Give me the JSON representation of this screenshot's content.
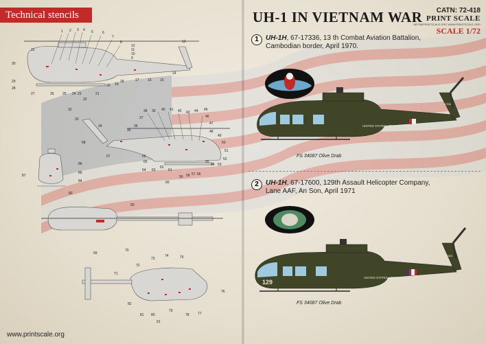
{
  "left_page": {
    "banner": "Technical stencils",
    "footer_url": "www.printscale.org"
  },
  "right_page": {
    "title": "UH-1 IN VIETNAM WAR",
    "catalog": "CATN: 72-418",
    "brand": "PRINT SCALE",
    "brand_url": "INFO@PRINTSCALE.ORG WWW.PRINTSCALE.ORG",
    "scale": "SCALE 1/72",
    "versions": [
      {
        "number": "1",
        "model": "UH-1H",
        "description": ", 67-17336, 13 th Combat Aviation Battalion, Cambodian border, April 1970.",
        "paint": "FS 34087 Olive Drab",
        "tail_code": "17336",
        "boom_text": "UNITED STATES ARMY"
      },
      {
        "number": "2",
        "model": "UH-1H",
        "description": ", 67-17600, 129th Assault Helicopter Company, Lane AAF, An Son, April 1971",
        "paint": "FS 34087 Olive Drab",
        "tail_code": "17600",
        "nose_code": "129",
        "boom_text": "UNITED STATES ARMY"
      }
    ]
  },
  "stencil_numbers": {
    "profile_top": [
      "1",
      "2",
      "3",
      "4",
      "5",
      "6",
      "7",
      "8",
      "9",
      "10",
      "11",
      "12",
      "13",
      "14",
      "15",
      "16",
      "17",
      "18",
      "19",
      "20",
      "21",
      "22",
      "23",
      "24",
      "25",
      "26",
      "27",
      "28",
      "29",
      "30",
      "31"
    ],
    "profile_bottom": [
      "32",
      "33",
      "34",
      "35",
      "36",
      "37",
      "38",
      "39",
      "40",
      "41",
      "42",
      "43",
      "44",
      "45",
      "46",
      "47",
      "48",
      "49",
      "50",
      "51",
      "52",
      "53",
      "54",
      "55",
      "56",
      "57",
      "58",
      "59",
      "60",
      "61",
      "62",
      "63",
      "64",
      "65",
      "66",
      "67",
      "68"
    ],
    "front": [
      "83",
      "84",
      "85",
      "86",
      "87"
    ],
    "top_view": [
      "69",
      "70",
      "90"
    ],
    "bottom_view": [
      "71",
      "72",
      "73",
      "74",
      "75",
      "76",
      "77",
      "78",
      "79",
      "80",
      "81",
      "82",
      "91"
    ]
  },
  "colors": {
    "olive_drab": "#3f4526",
    "stencil_red": "#c22a2a",
    "window_blue": "#9ec9df"
  }
}
